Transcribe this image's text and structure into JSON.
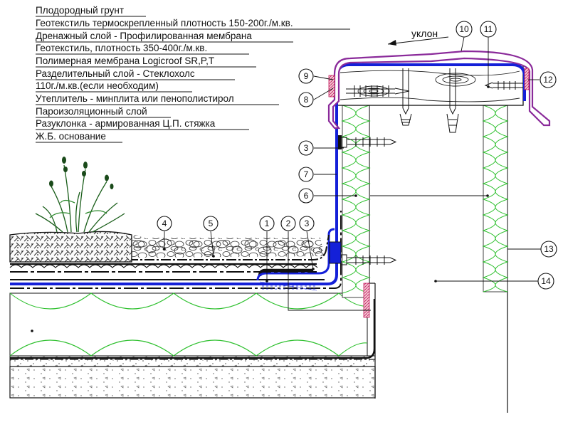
{
  "legend": [
    "Плодородный грунт",
    "Геотекстиль термоскрепленный плотность 150-200г./м.кв.",
    "Дренажный слой - Профилированная мембрана",
    "Геотекстиль, плотность 350-400г./м.кв.",
    "Полимерная мембрана Logicroof SR,P,T",
    "Разделительный слой - Стеклохолс",
    "110г./м.кв.(если необходим)",
    "Утеплитель - минплита или пенополистирол",
    "Пароизоляционный слой",
    "Разуклонка - армированная Ц.П. стяжка",
    "Ж.Б. основание"
  ],
  "slope_label": "уклон",
  "callouts": {
    "c1": "1",
    "c2": "2",
    "c3a": "3",
    "c3b": "3",
    "c4": "4",
    "c5": "5",
    "c6": "6",
    "c7": "7",
    "c8": "8",
    "c9": "9",
    "c10": "10",
    "c11": "11",
    "c12": "12",
    "c13": "13",
    "c14": "14"
  },
  "colors": {
    "membrane": "#1420d8",
    "insulation": "#2ec02e",
    "flashing": "#8a2a9a",
    "sealant": "#c2185b",
    "line": "#111111"
  }
}
